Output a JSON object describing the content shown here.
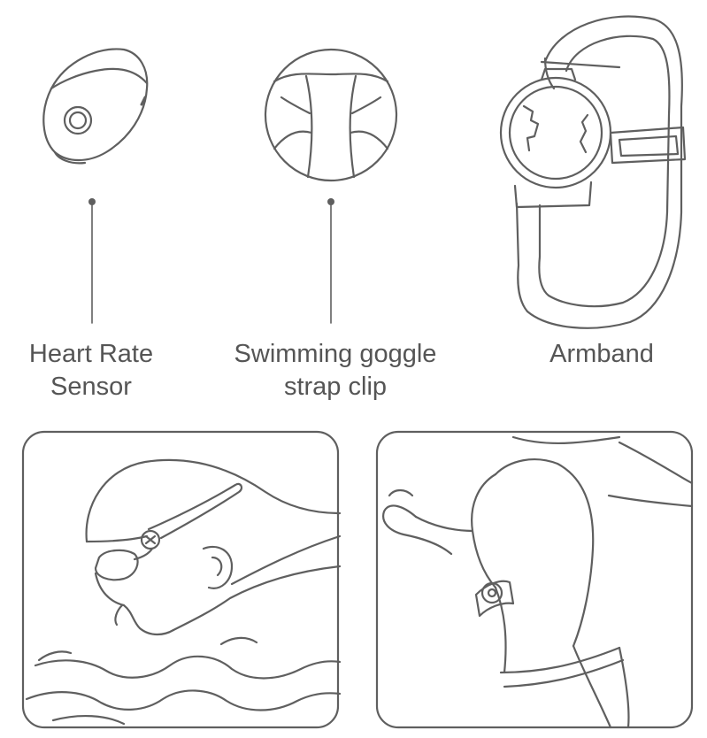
{
  "labels": {
    "sensor": {
      "line1": "Heart Rate",
      "line2": "Sensor"
    },
    "clip": {
      "line1": "Swimming goggle",
      "line2": "strap clip"
    },
    "armband": {
      "line1": "Armband"
    }
  },
  "colors": {
    "line": "#5f5f5f",
    "text": "#555555",
    "background": "#ffffff"
  }
}
